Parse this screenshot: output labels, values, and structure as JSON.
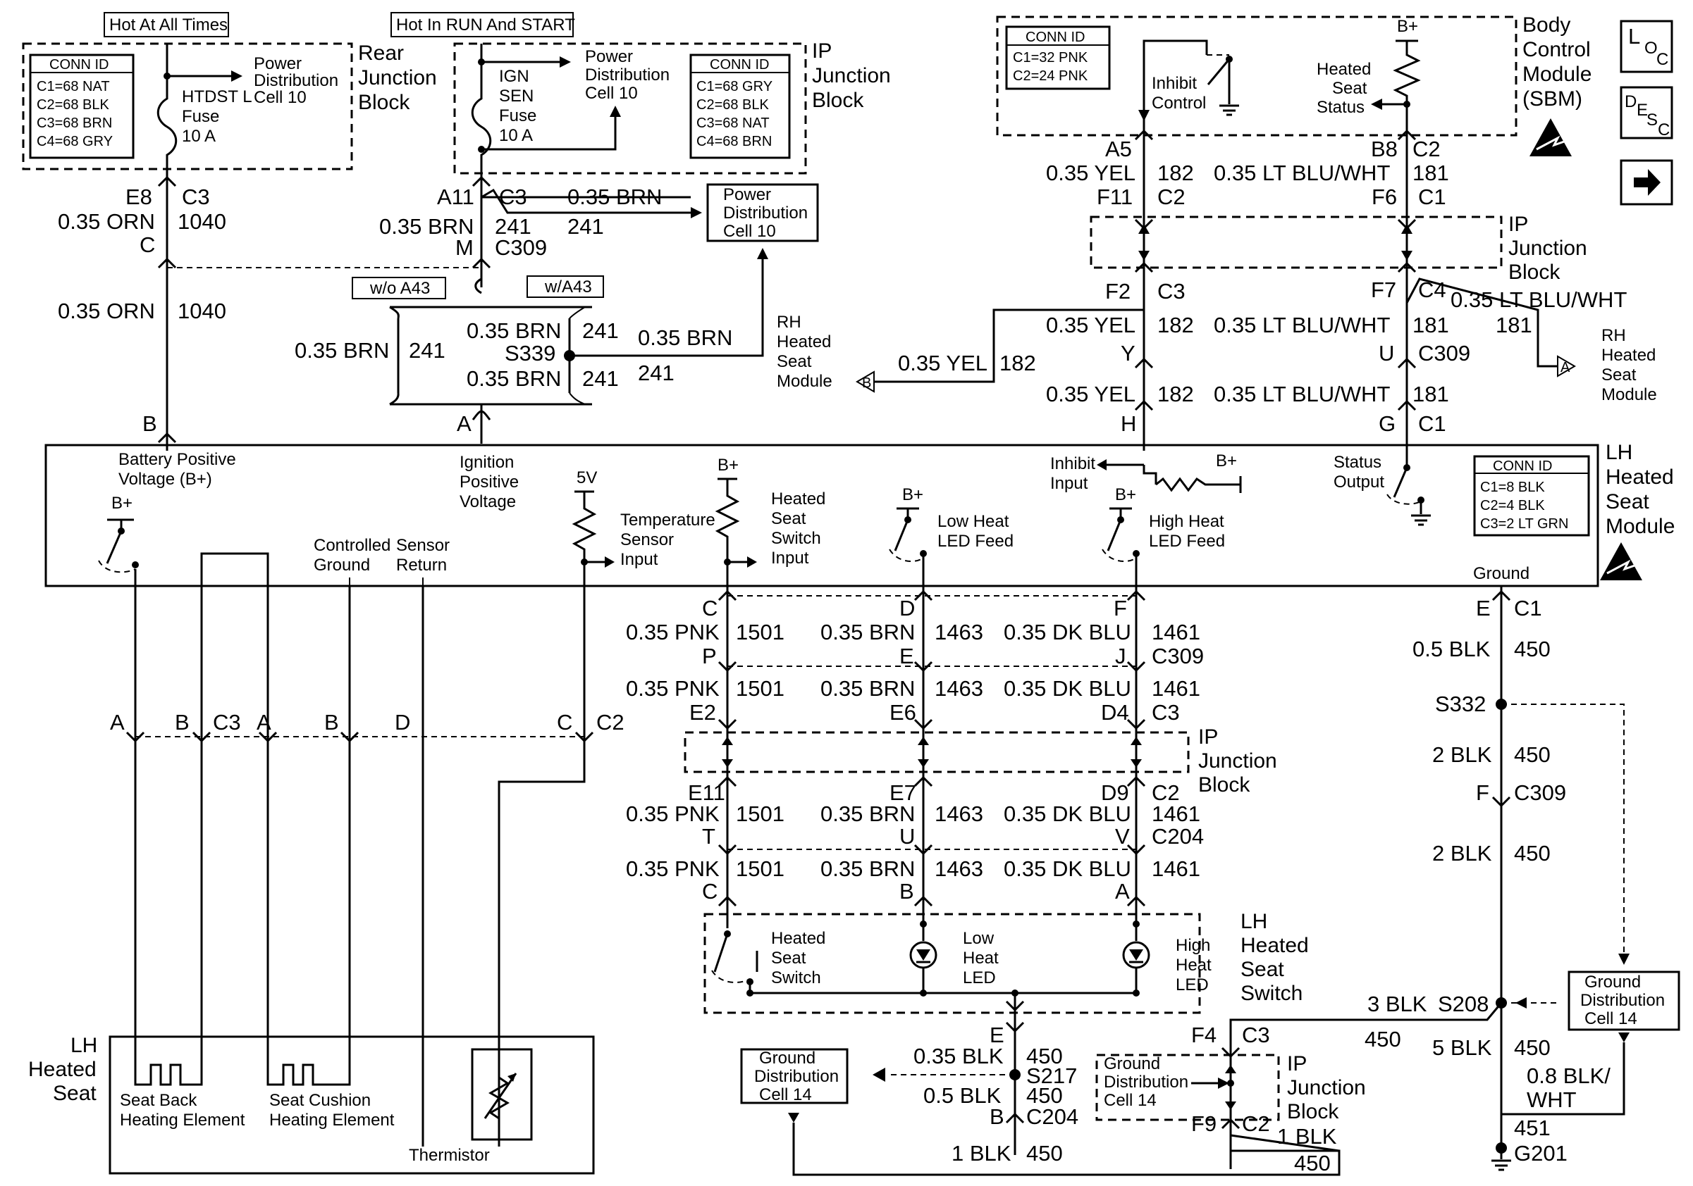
{
  "top_labels": {
    "hot_all_times": "Hot At All Times",
    "hot_run_start": "Hot In RUN And START"
  },
  "rear_jb": {
    "title": [
      "Rear",
      "Junction",
      "Block"
    ],
    "conn_title": "CONN ID",
    "conn": [
      "C1=68 NAT",
      "C2=68 BLK",
      "C3=68 BRN",
      "C4=68 GRY"
    ],
    "fuse": [
      "HTDST L",
      "Fuse",
      "10 A"
    ],
    "power_dist": [
      "Power",
      "Distribution",
      "Cell 10"
    ]
  },
  "ip_jb_top": {
    "title": [
      "IP",
      "Junction",
      "Block"
    ],
    "conn_title": "CONN ID",
    "conn": [
      "C1=68 GRY",
      "C2=68 BLK",
      "C3=68 NAT",
      "C4=68 BRN"
    ],
    "fuse": [
      "IGN",
      "SEN",
      "Fuse",
      "10 A"
    ],
    "power_dist": [
      "Power",
      "Distribution",
      "Cell 10"
    ]
  },
  "bcm": {
    "title": [
      "Body",
      "Control",
      "Module",
      "(SBM)"
    ],
    "conn_title": "CONN ID",
    "conn": [
      "C1=32 PNK",
      "C2=24 PNK"
    ],
    "inhibit": [
      "Inhibit",
      "Control"
    ],
    "status": [
      "Heated",
      "Seat",
      "Status"
    ],
    "bplus": "B+"
  },
  "icons": {
    "loc": "loc-icon",
    "desc": "desc-icon",
    "next": "arrow-right-icon",
    "esd": "esd-warning-icon"
  },
  "wires_left": {
    "e8": "E8",
    "c3": "C3",
    "orn": "0.35 ORN",
    "n1040": "1040",
    "c": "C",
    "b": "B",
    "a11": "A11",
    "c3b": "C3",
    "brn": "0.35 BRN",
    "n241": "241",
    "m": "M",
    "c309": "C309",
    "wo_a43": "w/o A43",
    "w_a43": "w/A43",
    "s339": "S339",
    "a": "A",
    "power_dist_box": [
      "Power",
      "Distribution",
      "Cell 10"
    ],
    "rh_module": [
      "RH",
      "Heated",
      "Seat",
      "Module"
    ]
  },
  "wires_bcm": {
    "a5": "A5",
    "yel": "0.35 YEL",
    "n182": "182",
    "f11": "F11",
    "c2": "C2",
    "b8": "B8",
    "c2b": "C2",
    "ltblu": "0.35 LT BLU/WHT",
    "n181": "181",
    "f6": "F6",
    "c1": "C1",
    "f2": "F2",
    "c3": "C3",
    "f7": "F7",
    "c4": "C4",
    "y": "Y",
    "u": "U",
    "c309": "C309",
    "h": "H",
    "g": "G",
    "c1b": "C1",
    "ip_jb": [
      "IP",
      "Junction",
      "Block"
    ],
    "rh_module": [
      "RH",
      "Heated",
      "Seat",
      "Module"
    ],
    "conn_b": "B",
    "conn_a": "A"
  },
  "lh_module": {
    "title": [
      "LH",
      "Heated",
      "Seat",
      "Module"
    ],
    "conn_title": "CONN ID",
    "conn": [
      "C1=8 BLK",
      "C2=4 BLK",
      "C3=2 LT GRN"
    ],
    "batt": [
      "Battery Positive",
      "Voltage (B+)"
    ],
    "ign": [
      "Ignition",
      "Positive",
      "Voltage"
    ],
    "ctrl_gnd": [
      "Controlled",
      "Ground"
    ],
    "sensor_ret": [
      "Sensor",
      "Return"
    ],
    "five_v": "5V",
    "temp": [
      "Temperature",
      "Sensor",
      "Input"
    ],
    "hss": [
      "Heated",
      "Seat",
      "Switch",
      "Input"
    ],
    "low": [
      "Low Heat",
      "LED Feed"
    ],
    "high": [
      "High Heat",
      "LED Feed"
    ],
    "inhibit": [
      "Inhibit",
      "Input"
    ],
    "status": [
      "Status",
      "Output"
    ],
    "ground": "Ground",
    "bplus": "B+"
  },
  "seat_conn": {
    "a": "A",
    "b": "B",
    "c3": "C3",
    "a2": "A",
    "b2": "B",
    "d": "D",
    "c": "C",
    "c2": "C2"
  },
  "switch_wires": {
    "c": "C",
    "d": "D",
    "f": "F",
    "p": "P",
    "e": "E",
    "j": "J",
    "c309": "C309",
    "pnk": "0.35 PNK",
    "n1501": "1501",
    "brn": "0.35 BRN",
    "n1463": "1463",
    "dkblu": "0.35 DK BLU",
    "n1461": "1461",
    "e2": "E2",
    "e6": "E6",
    "d4": "D4",
    "c3": "C3",
    "ip_jb": [
      "IP",
      "Junction",
      "Block"
    ],
    "e11": "E11",
    "e7": "E7",
    "d9": "D9",
    "c2": "C2",
    "t": "T",
    "u": "U",
    "v": "V",
    "c204": "C204",
    "cc": "C",
    "bb": "B",
    "aa": "A"
  },
  "lh_switch": {
    "title": [
      "LH",
      "Heated",
      "Seat",
      "Switch"
    ],
    "heated": [
      "Heated",
      "Seat",
      "Switch"
    ],
    "low": [
      "Low",
      "Heat",
      "LED"
    ],
    "high": [
      "High",
      "Heat",
      "LED"
    ]
  },
  "ground_right": {
    "e": "E",
    "c1": "C1",
    "blk05": "0.5 BLK",
    "n450": "450",
    "s332": "S332",
    "blk2": "2 BLK",
    "f": "F",
    "c309": "C309",
    "blk3": "3 BLK",
    "s208": "S208",
    "blk5": "5 BLK",
    "blk08": [
      "0.8 BLK/",
      "WHT"
    ],
    "n451": "451",
    "g201": "G201",
    "gnd_dist": [
      "Ground",
      "Distribution",
      "Cell 14"
    ]
  },
  "ground_mid": {
    "e": "E",
    "blk035": "0.35 BLK",
    "n450": "450",
    "s217": "S217",
    "blk05": "0.5 BLK",
    "b": "B",
    "c204": "C204",
    "blk1": "1 BLK",
    "f4": "F4",
    "c3": "C3",
    "f9": "F9",
    "c2": "C2",
    "ip_jb": [
      "IP",
      "Junction",
      "Block"
    ],
    "gnd_dist": [
      "Ground",
      "Distribution",
      "Cell 14"
    ]
  },
  "lh_seat": {
    "title": [
      "LH",
      "Heated",
      "Seat"
    ],
    "back": [
      "Seat Back",
      "Heating Element"
    ],
    "cushion": [
      "Seat Cushion",
      "Heating Element"
    ],
    "thermistor": "Thermistor"
  }
}
